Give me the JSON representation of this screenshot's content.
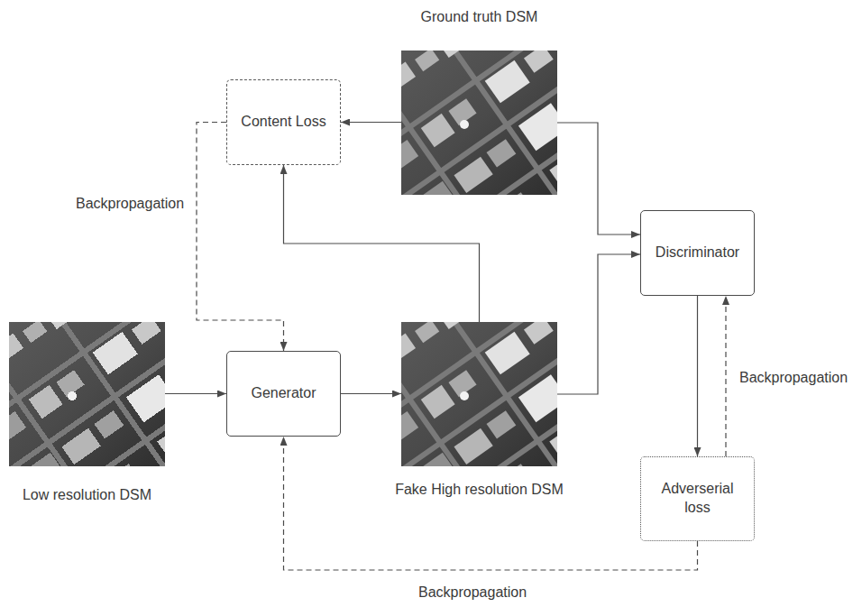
{
  "diagram": {
    "nodes": [
      {
        "text": [
          "Ground truth DSM"
        ]
      },
      {
        "text": [
          "Content Loss"
        ]
      },
      {
        "text": [
          "Discriminator"
        ]
      },
      {
        "text": [
          "Low resolution DSM"
        ]
      },
      {
        "text": [
          "Generator"
        ]
      },
      {
        "text": [
          "Fake High resolution DSM"
        ]
      },
      {
        "text": [
          "Adverserial loss"
        ]
      }
    ],
    "edges": [
      {
        "from": 0,
        "to": 1,
        "arrow": "to"
      },
      {
        "from": 0,
        "to": 2,
        "arrow": "to"
      },
      {
        "from": 5,
        "to": 1,
        "arrow": "to"
      },
      {
        "from": 5,
        "to": 2,
        "arrow": "to"
      },
      {
        "from": 3,
        "to": 4,
        "arrow": "to"
      },
      {
        "from": 4,
        "to": 5,
        "arrow": "to"
      },
      {
        "from": 2,
        "to": 6,
        "arrow": "to"
      },
      {
        "from": 6,
        "to": 2,
        "label": "Backpropagation",
        "arrow": "to"
      },
      {
        "from": 1,
        "to": 4,
        "label": "Backpropagation",
        "arrow": "to"
      },
      {
        "from": 6,
        "to": 4,
        "label": "Backpropagation",
        "arrow": "to"
      }
    ]
  }
}
